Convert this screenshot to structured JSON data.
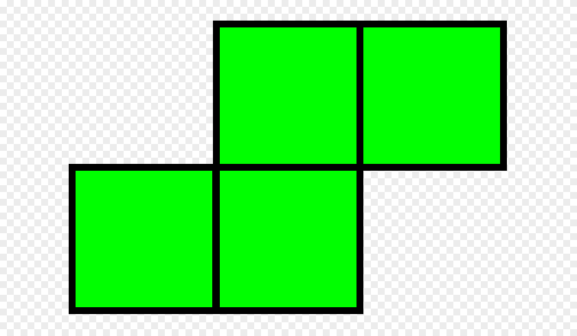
{
  "piece": {
    "shape": "S",
    "block_color": "#00ff00",
    "outline_color": "#000000",
    "cells": [
      {
        "row": 0,
        "col": 1
      },
      {
        "row": 0,
        "col": 2
      },
      {
        "row": 1,
        "col": 0
      },
      {
        "row": 1,
        "col": 1
      }
    ]
  }
}
